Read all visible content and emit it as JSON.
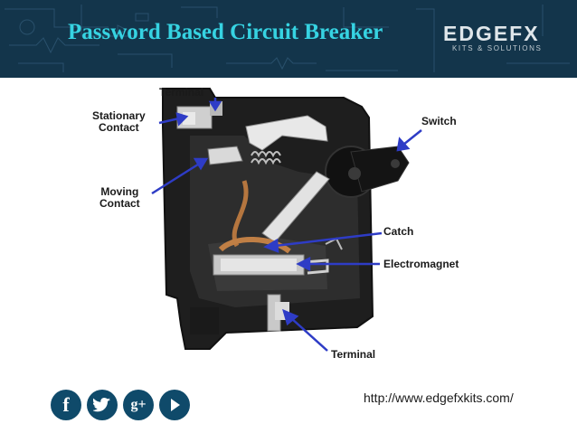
{
  "slide": {
    "title": "Password Based Circuit Breaker",
    "logo_main": "EDGEFX",
    "logo_sub": "KITS & SOLUTIONS",
    "url": "http://www.edgefxkits.com/"
  },
  "labels": {
    "terminal_top": "Terminal",
    "stationary_1": "Stationary",
    "stationary_2": "Contact",
    "moving_1": "Moving",
    "moving_2": "Contact",
    "switch": "Switch",
    "catch": "Catch",
    "electromagnet": "Electromagnet",
    "terminal_bottom": "Terminal"
  },
  "social_icons": [
    "facebook-icon",
    "twitter-icon",
    "google-plus-icon",
    "play-icon"
  ],
  "colors": {
    "header_bg": "#13354b",
    "title": "#36d3e2",
    "arrow": "#2e3cc6",
    "icon_bg": "#0f4a6a"
  }
}
